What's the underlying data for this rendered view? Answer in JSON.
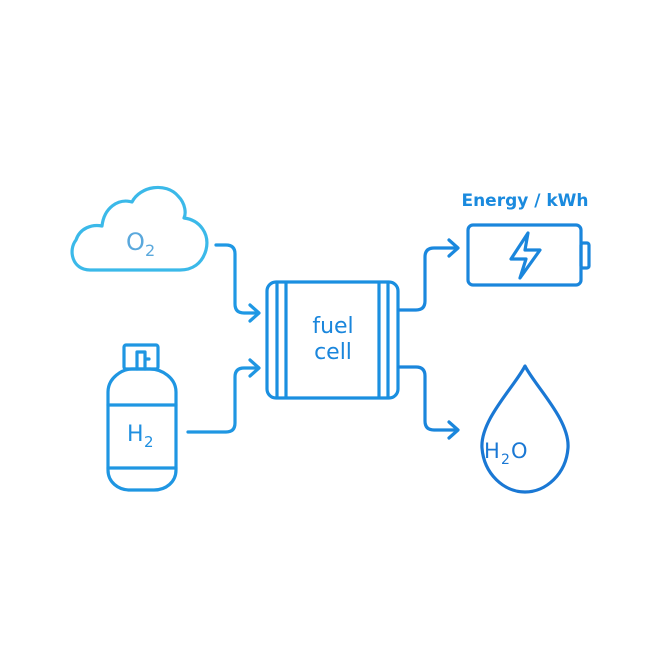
{
  "colors": {
    "primary": "#1a86dc",
    "cloud": "#3bb9e9",
    "o2_text": "#5aa8dc"
  },
  "inputs": {
    "oxygen": {
      "label": "O",
      "subscript": "2",
      "icon": "cloud-icon"
    },
    "hydrogen": {
      "label": "H",
      "subscript": "2",
      "icon": "gas-cylinder-icon"
    }
  },
  "fuel_cell": {
    "line1": "fuel",
    "line2": "cell"
  },
  "outputs": {
    "energy": {
      "label": "Energy / kWh",
      "icon": "battery-bolt-icon"
    },
    "water": {
      "label_h": "H",
      "subscript": "2",
      "label_o": "O",
      "icon": "water-drop-icon"
    }
  }
}
